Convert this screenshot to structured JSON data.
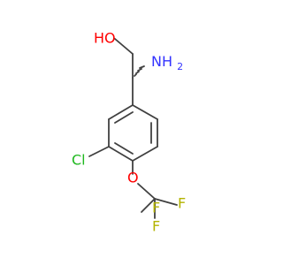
{
  "labels": {
    "hydroxyl": "HO",
    "amino": "NH",
    "amino_sub": "2",
    "chloro": "Cl",
    "ether_oxygen": "O",
    "fluorine_top": "F",
    "fluorine_right": "F",
    "fluorine_bottom": "F"
  },
  "colors": {
    "oxygen": "#ff0000",
    "nitrogen": "#3333ff",
    "chlorine": "#1fb81f",
    "fluorine": "#b3b300",
    "bond": "#404040"
  }
}
